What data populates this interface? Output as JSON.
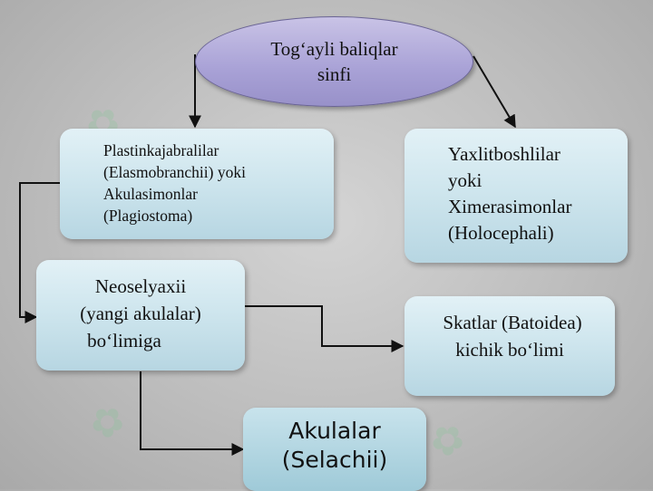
{
  "root": {
    "line1": "Tog‘ayli baliqlar",
    "line2": "sinfi"
  },
  "left_class": {
    "line1": "Plastinkajabralilar",
    "line2": "(Elasmobranchii) yoki",
    "line3": "Akulasimonlar",
    "line4": "(Plagiostoma)"
  },
  "right_class": {
    "line1": "Yaxlitboshlilar",
    "line2": "yoki",
    "line3": "Ximerasimonlar",
    "line4": "(Holocephali)"
  },
  "neoselachii": {
    "line1": "Neoselyaxii",
    "line2": "(yangi akulalar)",
    "line3": "bo‘limiga"
  },
  "skates": {
    "line1": "Skatlar (Batoidea)",
    "line2": "kichik bo‘limi"
  },
  "sharks": {
    "line1": "Akulalar",
    "line2": "(Selachii)"
  },
  "colors": {
    "ellipse": "#a8a1d6",
    "box": "#cfe6ee",
    "arrow": "#111111"
  }
}
